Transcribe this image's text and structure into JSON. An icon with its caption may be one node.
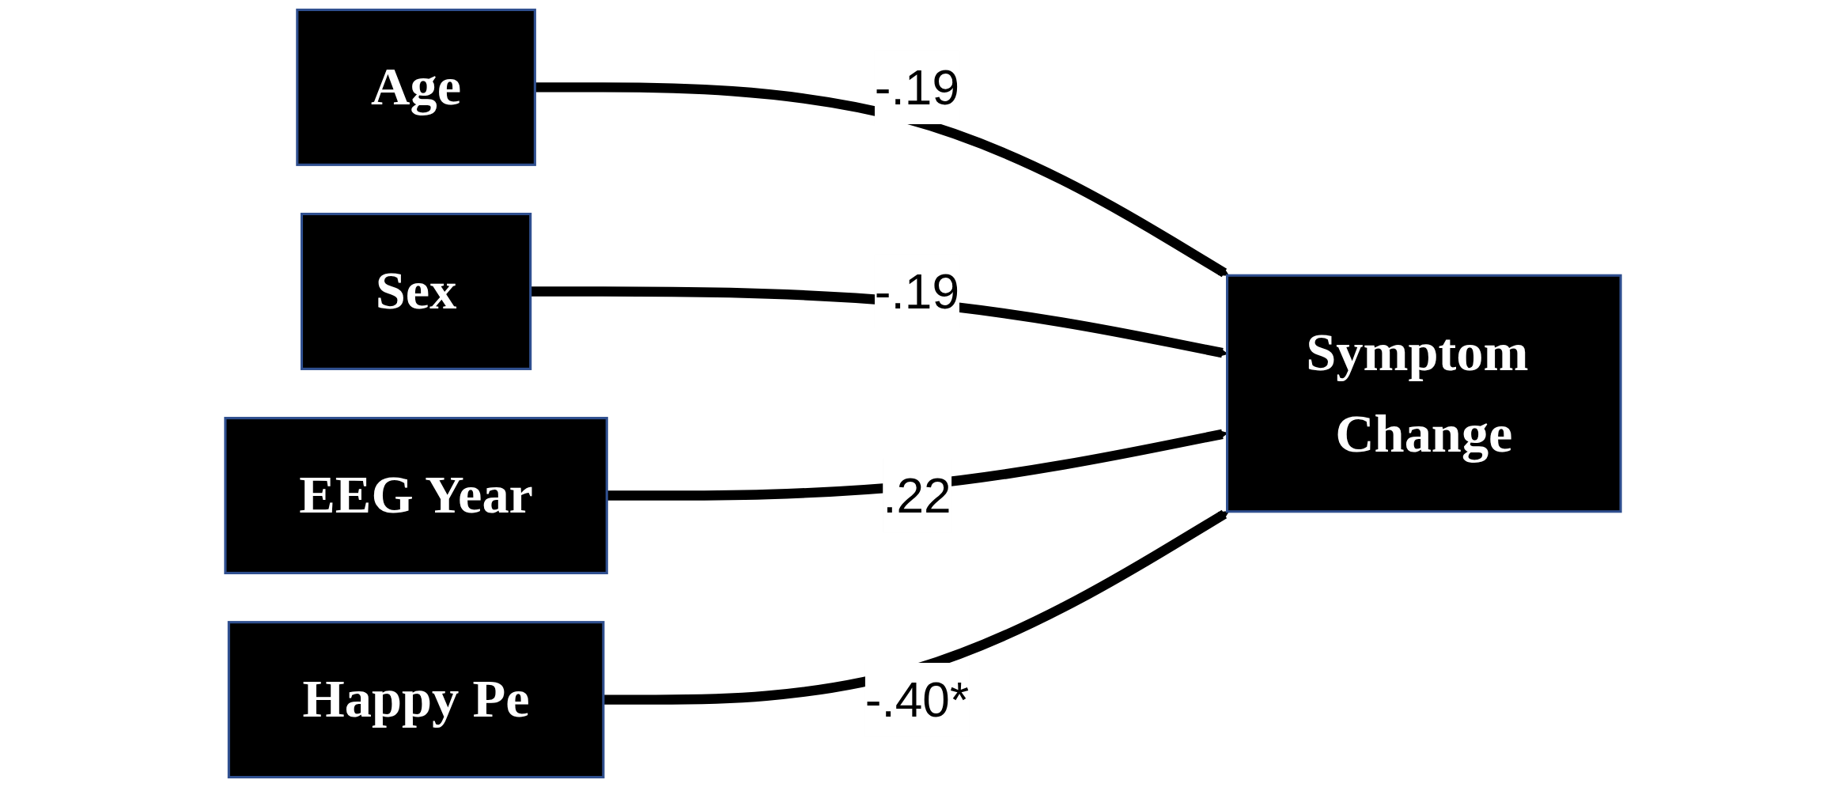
{
  "diagram": {
    "nodes": [
      {
        "text": [
          "Age"
        ]
      },
      {
        "text": [
          "Sex"
        ]
      },
      {
        "text": [
          "EEG Year"
        ]
      },
      {
        "text": [
          "Happy Pe"
        ]
      },
      {
        "text": [
          "Symptom Change"
        ]
      }
    ],
    "edges": [
      {
        "from": 0,
        "to": 4,
        "arrow": "to",
        "label": "-.19"
      },
      {
        "from": 1,
        "to": 4,
        "arrow": "to",
        "label": "-.19"
      },
      {
        "from": 2,
        "to": 4,
        "arrow": "to",
        "label": ".22"
      },
      {
        "from": 3,
        "to": 4,
        "arrow": "to",
        "label": "-.40*"
      }
    ]
  }
}
